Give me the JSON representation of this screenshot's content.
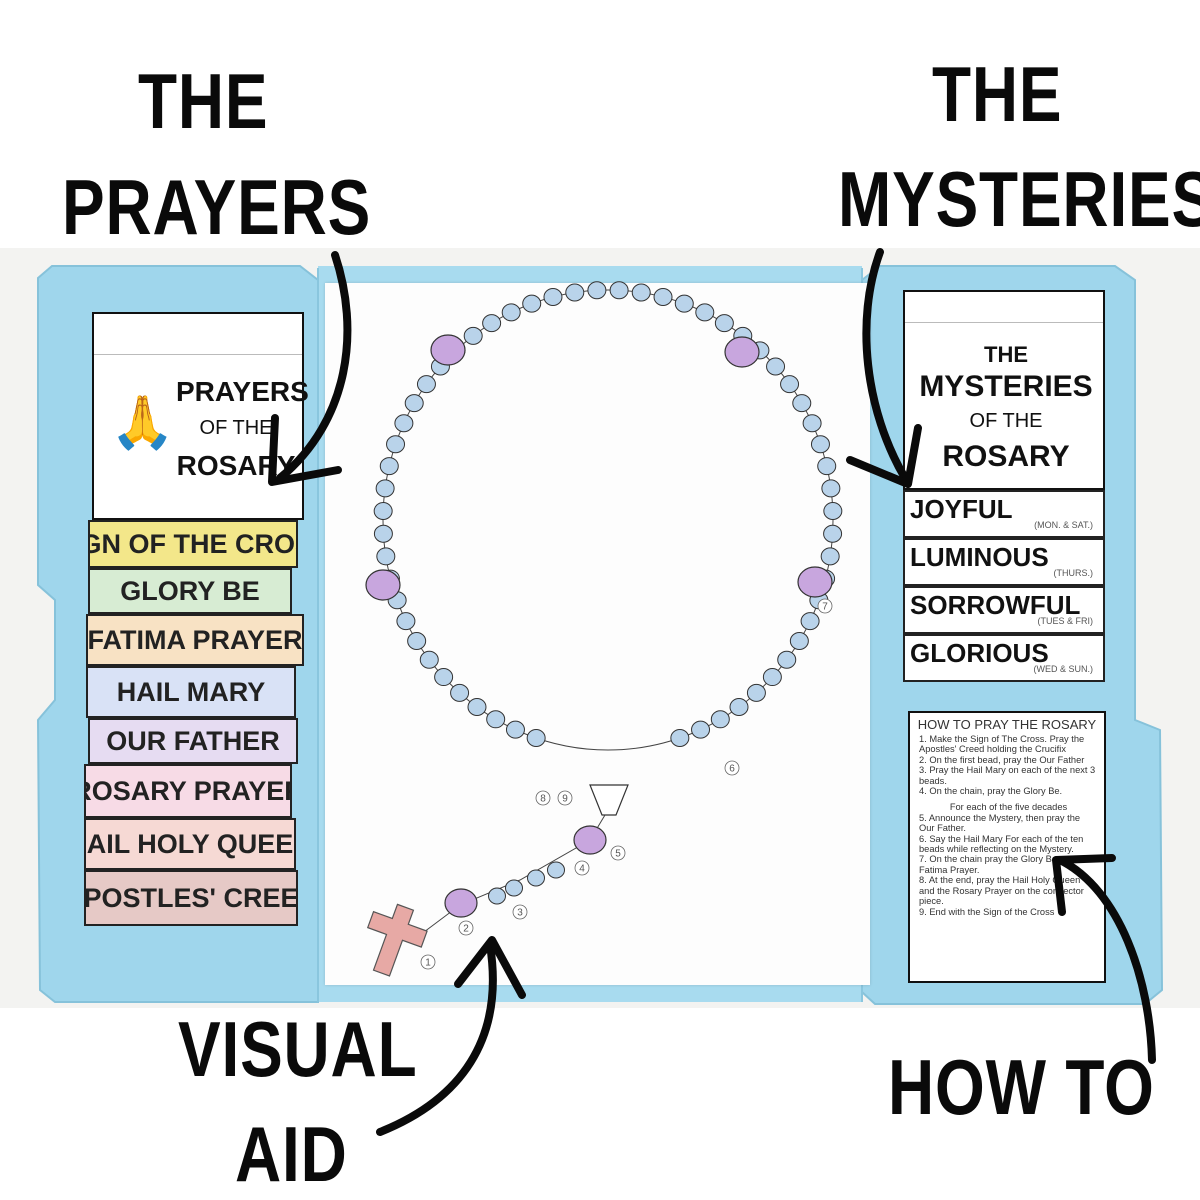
{
  "labels": {
    "prayers_line1": "THE",
    "prayers_line2": "PRAYERS",
    "mysteries_line1": "THE",
    "mysteries_line2": "MYSTERIES",
    "visual_line1": "VISUAL",
    "visual_line2": "AID",
    "howto": "HOW TO"
  },
  "prayers_card": {
    "line1": "PRAYERS",
    "line2": "OF THE",
    "line3": "ROSARY"
  },
  "prayer_tabs": [
    {
      "label": "SIGN OF THE CROSS",
      "color": "#f3e78a"
    },
    {
      "label": "GLORY BE",
      "color": "#d7ecd3"
    },
    {
      "label": "FATIMA PRAYER",
      "color": "#f8e2c4"
    },
    {
      "label": "HAIL MARY",
      "color": "#d9e2f6"
    },
    {
      "label": "OUR FATHER",
      "color": "#e6dcf2"
    },
    {
      "label": "ROSARY PRAYER",
      "color": "#f7dbe6"
    },
    {
      "label": "HAIL HOLY QUEEN",
      "color": "#f6d9d4"
    },
    {
      "label": "APOSTLES' CREED",
      "color": "#e6c9c6"
    }
  ],
  "mysteries_card": {
    "line1": "THE",
    "line2": "MYSTERIES",
    "line3": "OF THE",
    "line4": "ROSARY"
  },
  "mystery_tabs": [
    {
      "name": "JOYFUL",
      "days": "(MON. & SAT.)"
    },
    {
      "name": "LUMINOUS",
      "days": "(THURS.)"
    },
    {
      "name": "SORROWFUL",
      "days": "(TUES & FRI)"
    },
    {
      "name": "GLORIOUS",
      "days": "(WED & SUN.)"
    }
  ],
  "howto_card": {
    "title": "HOW TO PRAY THE ROSARY",
    "steps": [
      "1. Make the Sign of The Cross. Pray the Apostles' Creed holding the Crucifix",
      "2. On the first bead, pray the Our Father",
      "3. Pray the Hail Mary on each of the next 3 beads.",
      "4. On the chain, pray the Glory Be."
    ],
    "subtitle": "For each of the five decades",
    "steps2": [
      "5. Announce the Mystery, then pray the Our Father.",
      "6. Say the Hail Mary For each of the ten beads while reflecting on the Mystery.",
      "7. On the chain pray the Glory Be and the Fatima Prayer.",
      "8. At the end, pray the Hail Holy Queen and the Rosary Prayer on the connector piece.",
      "9. End with the Sign of the Cross"
    ]
  },
  "rosary_numbers": [
    "1",
    "2",
    "3",
    "4",
    "5",
    "6",
    "7",
    "8",
    "9"
  ],
  "colors": {
    "folder": "#9fd6ec",
    "bead_blue": "#b9d3ea",
    "bead_purple": "#c8a6de",
    "cross": "#e7a9a5"
  }
}
